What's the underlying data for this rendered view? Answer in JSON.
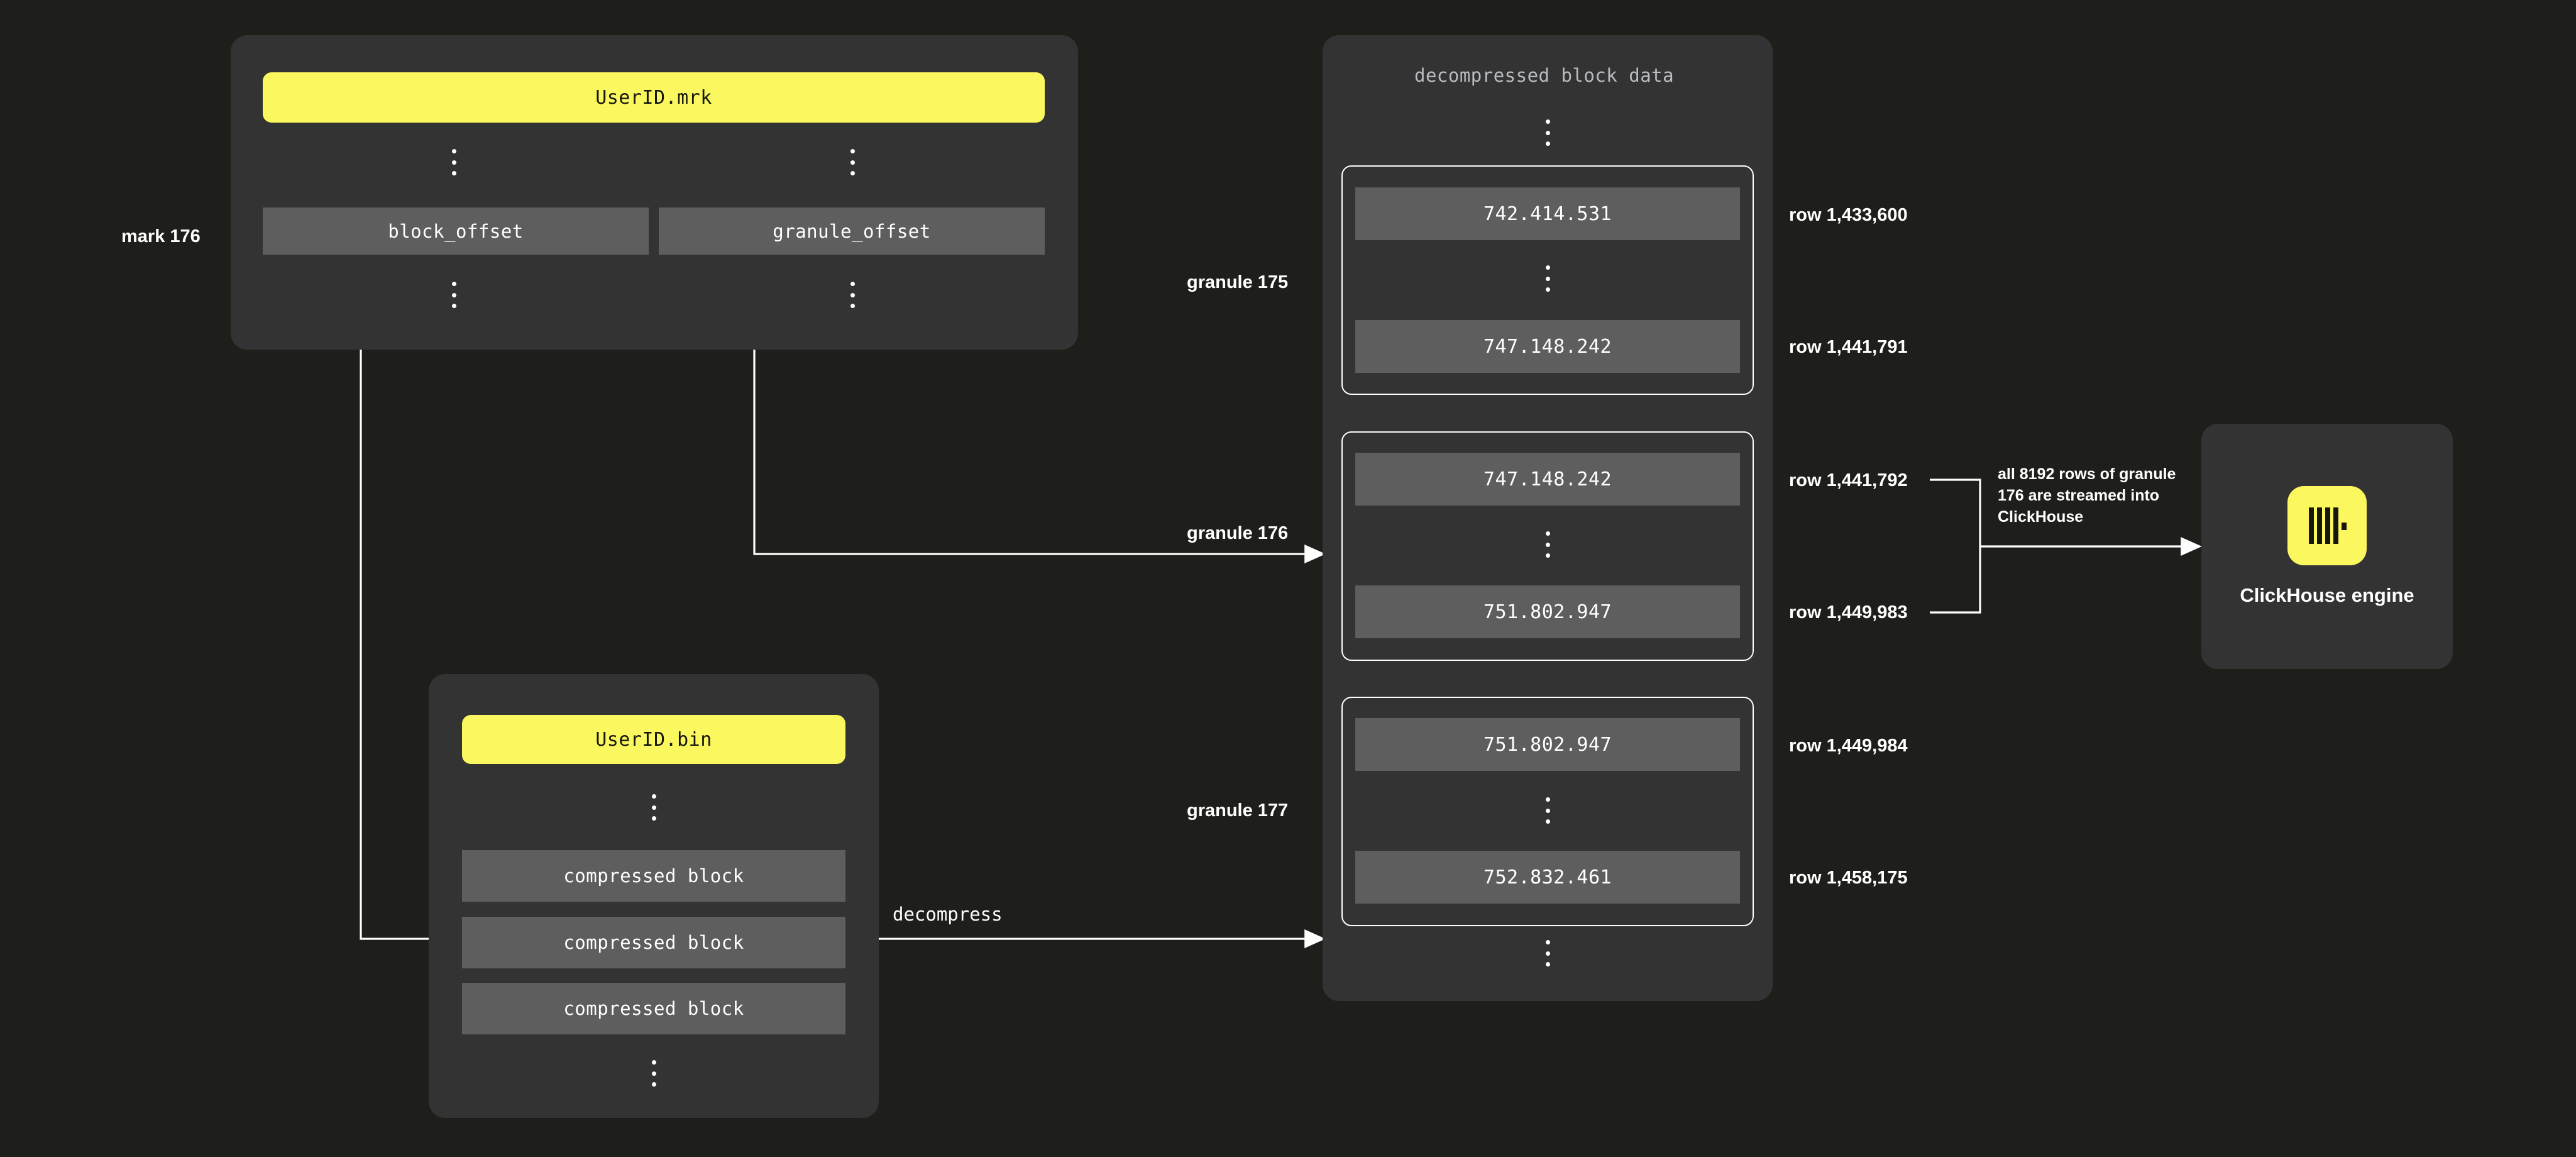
{
  "background_color": "#1e1e1b",
  "panel_color": "#333333",
  "slab_color": "#5e5e5e",
  "accent_color": "#fbf85f",
  "mark_file_panel": {
    "file_label": "UserID.mrk",
    "mark_label": "mark 176",
    "columns": [
      {
        "name": "block_offset"
      },
      {
        "name": "granule_offset"
      }
    ]
  },
  "bin_file_panel": {
    "file_label": "UserID.bin",
    "blocks": [
      {
        "label": "compressed block"
      },
      {
        "label": "compressed block"
      },
      {
        "label": "compressed block"
      }
    ]
  },
  "decompressed_panel": {
    "title": "decompressed block data",
    "granules": [
      {
        "name": "granule 175",
        "first_value": "742.414.531",
        "last_value": "747.148.242",
        "first_row": "row 1,433,600",
        "last_row": "row 1,441,791"
      },
      {
        "name": "granule 176",
        "first_value": "747.148.242",
        "last_value": "751.802.947",
        "first_row": "row 1,441,792",
        "last_row": "row 1,449,983"
      },
      {
        "name": "granule 177",
        "first_value": "751.802.947",
        "last_value": "752.832.461",
        "first_row": "row 1,449,984",
        "last_row": "row 1,458,175"
      }
    ]
  },
  "edges": {
    "decompress_label": "decompress"
  },
  "stream_note": "all 8192 rows of granule 176 are streamed into ClickHouse",
  "engine": {
    "name": "ClickHouse engine",
    "logo_icon": "clickhouse-logo-icon"
  }
}
